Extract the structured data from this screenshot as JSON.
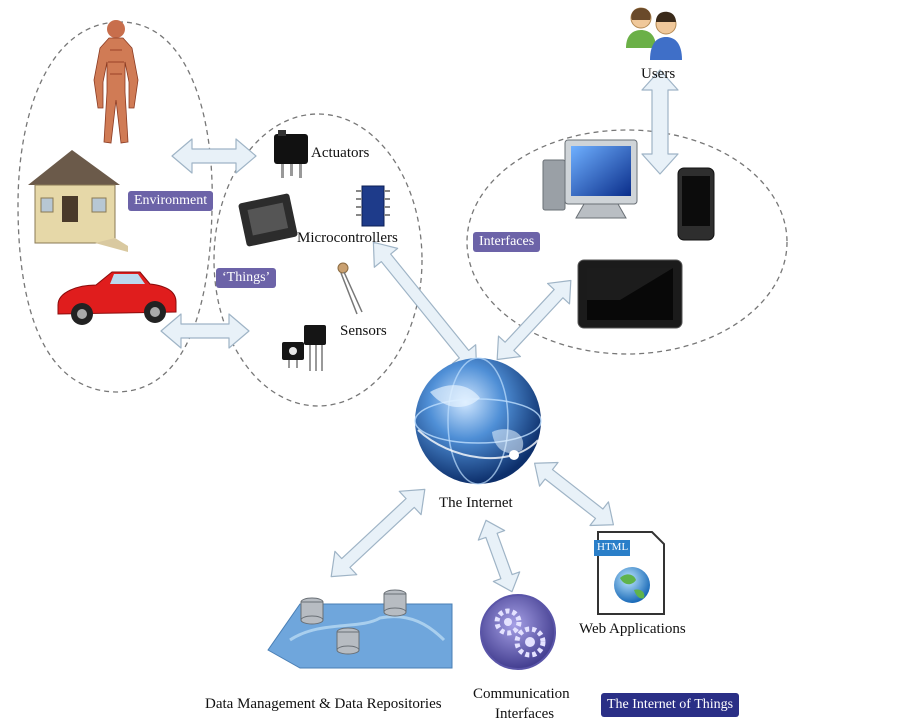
{
  "labels": {
    "users": "Users",
    "actuators": "Actuators",
    "microcontrollers": "Microcontrollers",
    "sensors": "Sensors",
    "internet": "The Internet",
    "web_applications": "Web Applications",
    "data_management": "Data Management & Data Repositories",
    "communication": "Communication",
    "interfaces_caption": "Interfaces",
    "html_tag": "HTML"
  },
  "badges": {
    "environment": "Environment",
    "things": "‘Things’",
    "interfaces": "Interfaces",
    "iot": "The Internet of Things"
  },
  "colors": {
    "badge": "#6c63a8",
    "badge_dark": "#2a2f86",
    "arrow_fill": "#e8f1f8",
    "arrow_stroke": "#9fb4c6",
    "dashed": "#777777"
  }
}
